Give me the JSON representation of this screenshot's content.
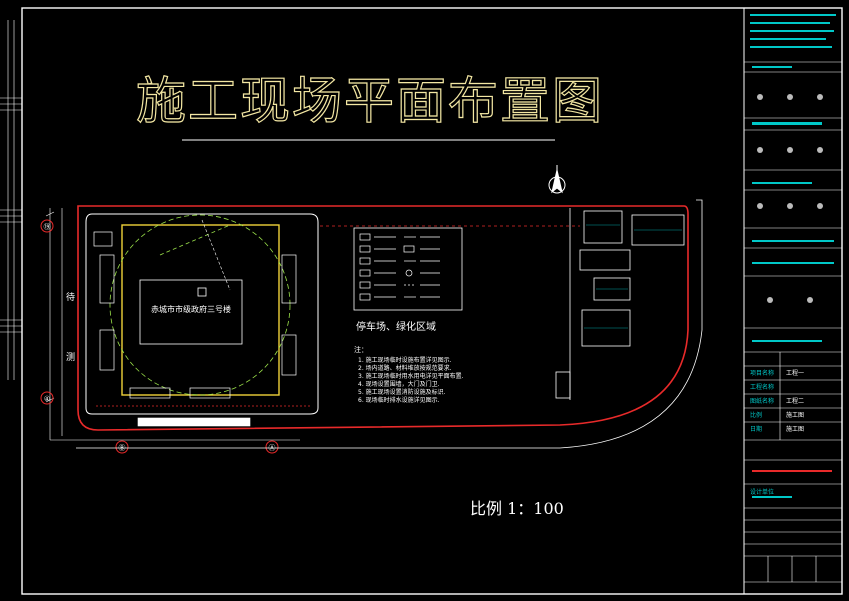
{
  "drawing": {
    "title": "施工现场平面布置图",
    "scale_label": "比例 1：100",
    "area_label": "停车场、绿化区域",
    "building_label": "赤城市市级政府三号楼",
    "side_labels": [
      "待",
      "测"
    ],
    "gridline_labels": [
      "⑲",
      "④",
      "Ⓑ",
      "Ⓐ"
    ]
  },
  "notes": {
    "heading": "注：",
    "lines": [
      "1. 施工现场临时设施布置详见图示.",
      "2. 场内道路、材料堆放按规范要求.",
      "3. 施工现场临时用水用电详见平面布置.",
      "4. 现场设置围墙，大门及门卫.",
      "5. 施工现场设置消防设施及标识.",
      "6. 现场临时排水设施详见图示."
    ]
  },
  "title_block": {
    "rows": [
      "项目名称",
      "工程名称",
      "图纸名称",
      "比例",
      "日期"
    ],
    "values": [
      "工程一",
      "工程二",
      "施工图",
      "施工图"
    ],
    "stamp": "设计单位"
  },
  "colors": {
    "background": "#000000",
    "frame": "#ffffff",
    "title": "#f3e7a3",
    "site_boundary": "#e82a2a",
    "building": "#f0d23a",
    "road": "#ffffff",
    "crane": "#9be24a",
    "blocks": "#00c8c8"
  }
}
